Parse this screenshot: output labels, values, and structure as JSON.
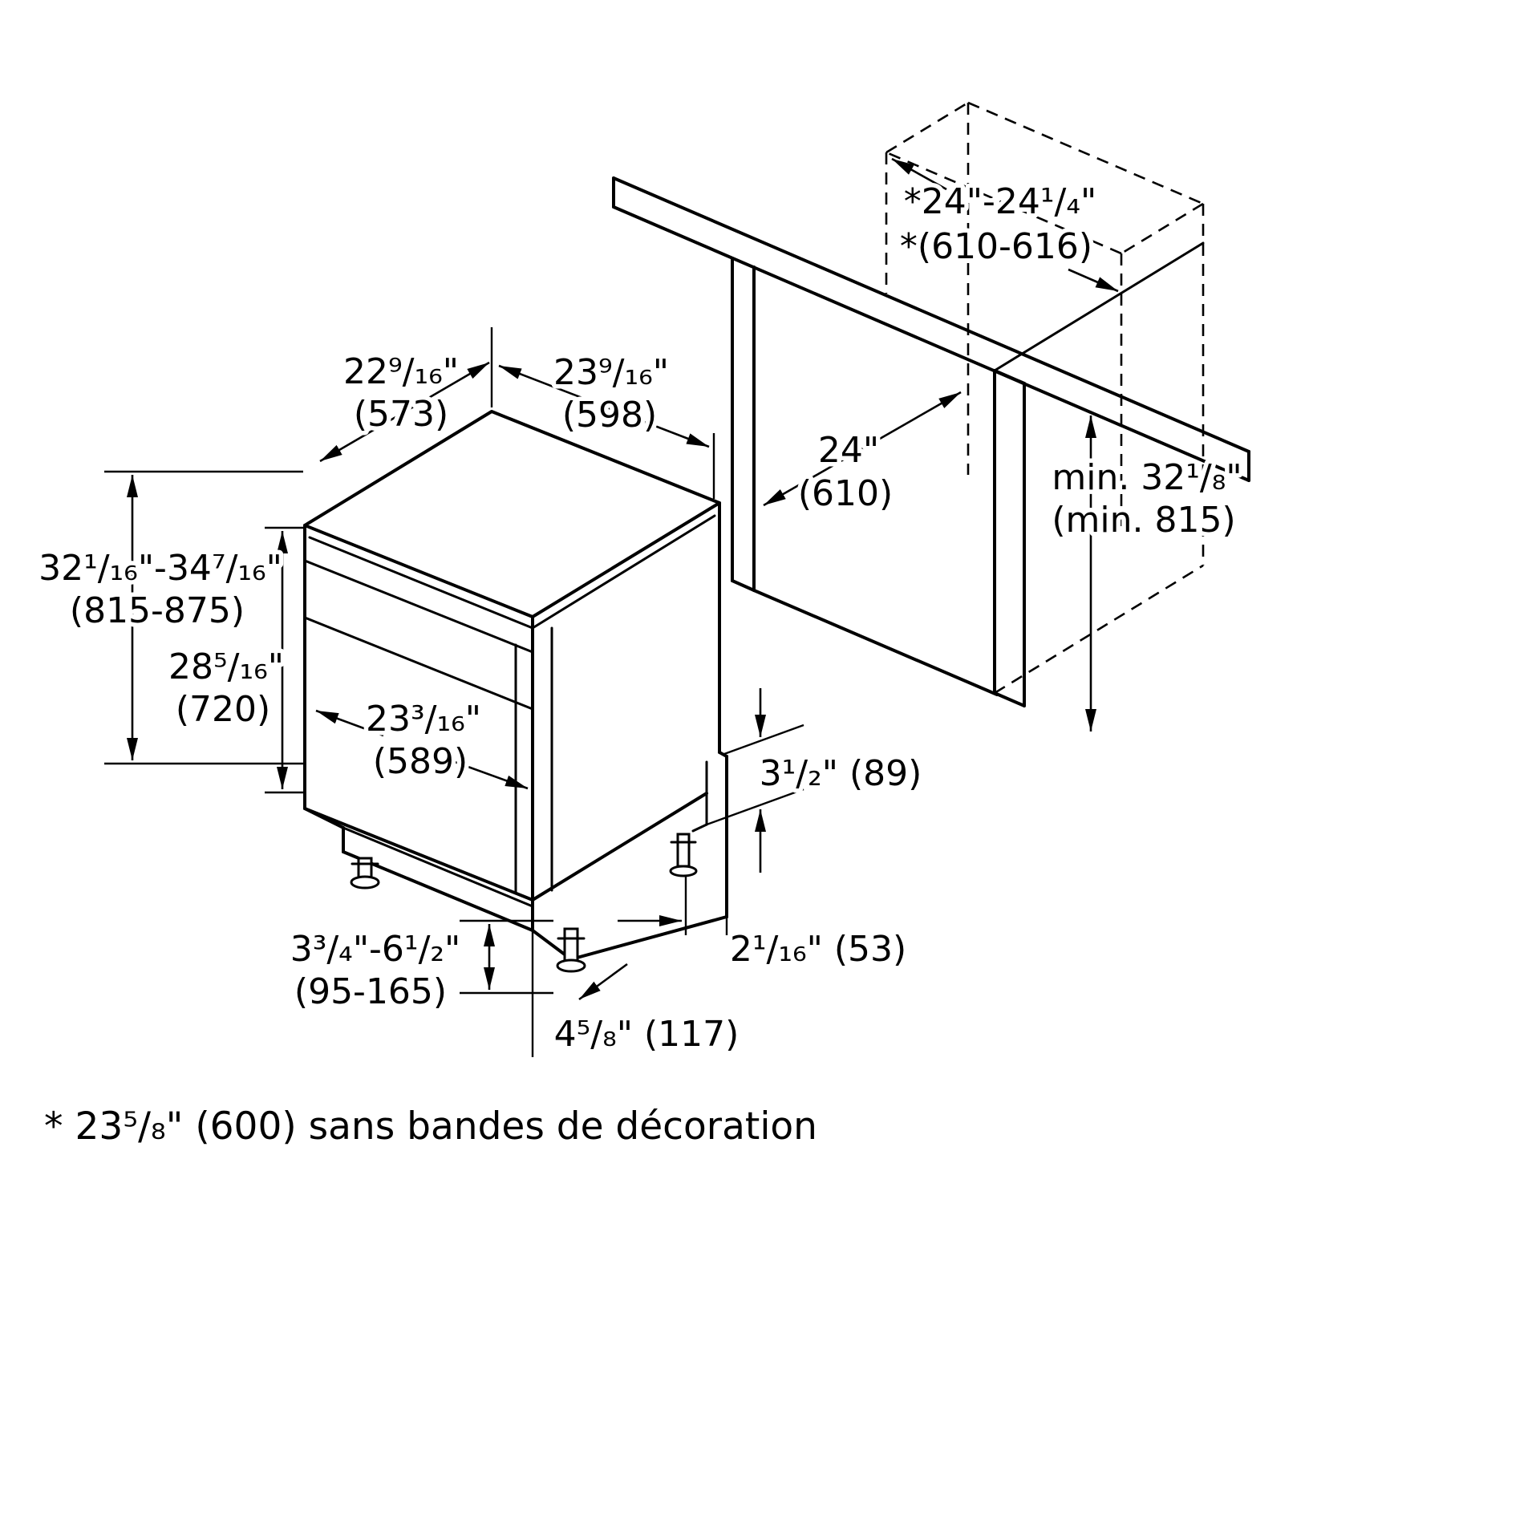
{
  "diagram": {
    "title": "dishwasher-installation-dimensions",
    "footnote": "* 23⁵/₈\" (600) sans bandes de décoration",
    "dims": {
      "top_depth": {
        "in": "22⁹/₁₆\"",
        "mm": "(573)"
      },
      "top_width": {
        "in": "23⁹/₁₆\"",
        "mm": "(598)"
      },
      "niche_depth": {
        "in": "24\"",
        "mm": "(610)"
      },
      "cutout_width": {
        "in": "*24\"-24¹/₄\"",
        "mm": "*(610-616)"
      },
      "niche_height": {
        "in": "min. 32¹/₈\"",
        "mm": "(min. 815)"
      },
      "overall_height": {
        "in": "32¹/₁₆\"-34⁷/₁₆\"",
        "mm": "(815-875)"
      },
      "body_height": {
        "in": "28⁵/₁₆\"",
        "mm": "(720)"
      },
      "door_width": {
        "in": "23³/₁₆\"",
        "mm": "(589)"
      },
      "toe_kick": {
        "label": "3¹/₂\" (89)"
      },
      "rear_offset": {
        "label": "2¹/₁₆\" (53)"
      },
      "leg_range": {
        "in": "3³/₄\"-6¹/₂\"",
        "mm": "(95-165)"
      },
      "foot_offset": {
        "label": "4⁵/₈\" (117)"
      }
    }
  }
}
